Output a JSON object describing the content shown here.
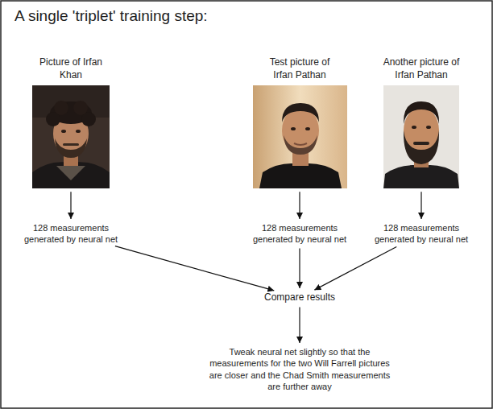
{
  "diagram": {
    "title": "A single 'triplet' training step:",
    "nodes": [
      {
        "text": [
          "Picture of Irfan Khan"
        ]
      },
      {
        "text": [
          "Test picture of Irfan Pathan"
        ]
      },
      {
        "text": [
          "Another picture of Irfan Pathan"
        ]
      },
      {
        "text": [
          "128 measurements generated by neural net"
        ]
      },
      {
        "text": [
          "128 measurements generated by neural net"
        ]
      },
      {
        "text": [
          "128 measurements generated by neural net"
        ]
      },
      {
        "text": [
          "Compare results"
        ]
      },
      {
        "text": [
          "Tweak neural net slightly so that the measurements for the two Will Farrell pictures are closer and the Chad Smith measurements are further away"
        ]
      }
    ],
    "edges": [
      {
        "from": 0,
        "to": 3,
        "arrow": "to"
      },
      {
        "from": 1,
        "to": 4,
        "arrow": "to"
      },
      {
        "from": 2,
        "to": 5,
        "arrow": "to"
      },
      {
        "from": 3,
        "to": 6,
        "arrow": "to"
      },
      {
        "from": 4,
        "to": 6,
        "arrow": "to"
      },
      {
        "from": 5,
        "to": 6,
        "arrow": "to"
      },
      {
        "from": 6,
        "to": 7,
        "arrow": "to"
      }
    ]
  }
}
